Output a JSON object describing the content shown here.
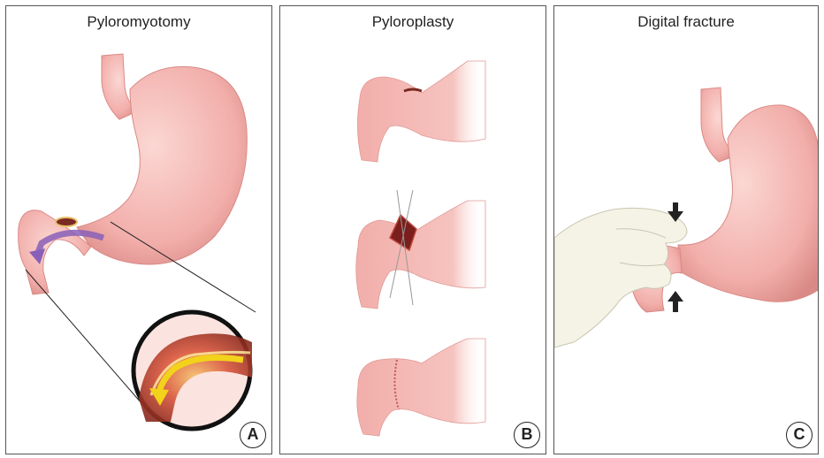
{
  "panels": [
    {
      "title": "Pyloromyotomy",
      "label": "A"
    },
    {
      "title": "Pyloroplasty",
      "label": "B"
    },
    {
      "title": "Digital fracture",
      "label": "C"
    }
  ],
  "colors": {
    "stomach_fill": "#f2aeaa",
    "stomach_edge": "#d98a86",
    "arrow_purple": "#8a5fb8",
    "arrow_yellow": "#f2d21a",
    "incision": "#7a2a20",
    "glove": "#f5f3e6"
  }
}
